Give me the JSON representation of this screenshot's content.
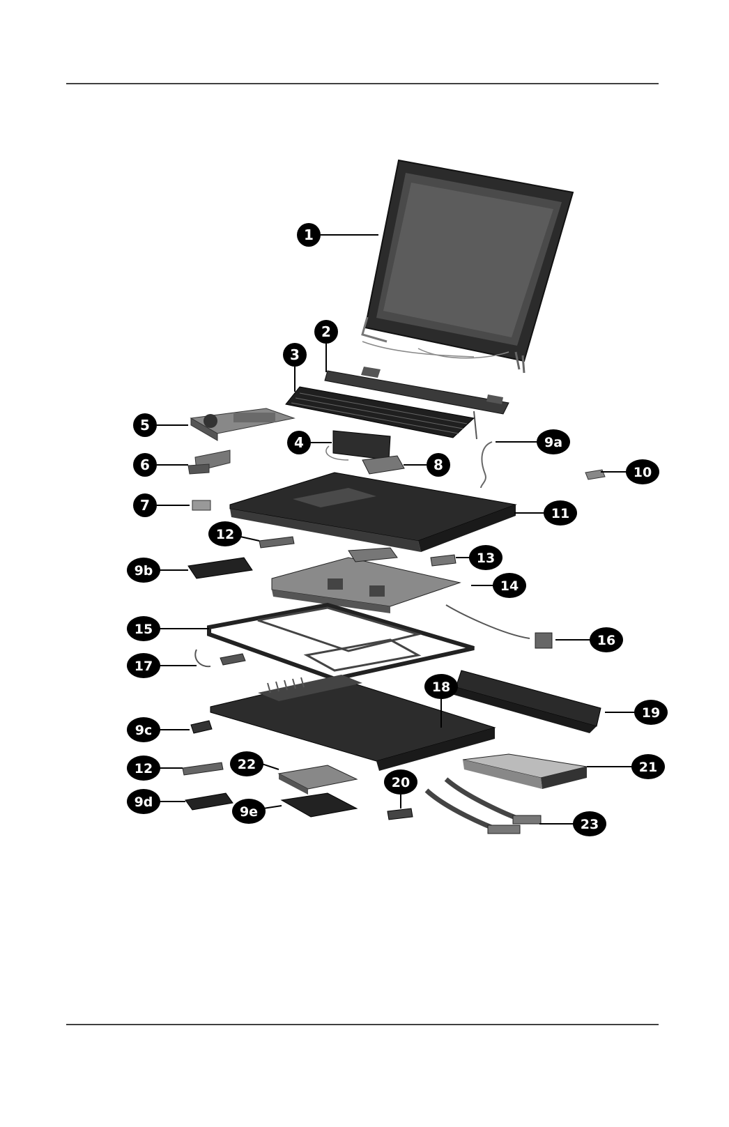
{
  "figure": {
    "callouts": [
      {
        "id": "c1",
        "label": "1"
      },
      {
        "id": "c2",
        "label": "2"
      },
      {
        "id": "c3",
        "label": "3"
      },
      {
        "id": "c4",
        "label": "4"
      },
      {
        "id": "c5",
        "label": "5"
      },
      {
        "id": "c6",
        "label": "6"
      },
      {
        "id": "c7",
        "label": "7"
      },
      {
        "id": "c8",
        "label": "8"
      },
      {
        "id": "c9a",
        "label": "9a"
      },
      {
        "id": "c10",
        "label": "10"
      },
      {
        "id": "c11",
        "label": "11"
      },
      {
        "id": "c12a",
        "label": "12"
      },
      {
        "id": "c9b",
        "label": "9b"
      },
      {
        "id": "c13",
        "label": "13"
      },
      {
        "id": "c14",
        "label": "14"
      },
      {
        "id": "c15",
        "label": "15"
      },
      {
        "id": "c16",
        "label": "16"
      },
      {
        "id": "c17",
        "label": "17"
      },
      {
        "id": "c18",
        "label": "18"
      },
      {
        "id": "c19",
        "label": "19"
      },
      {
        "id": "c9c",
        "label": "9c"
      },
      {
        "id": "c12b",
        "label": "12"
      },
      {
        "id": "c22",
        "label": "22"
      },
      {
        "id": "c20",
        "label": "20"
      },
      {
        "id": "c21",
        "label": "21"
      },
      {
        "id": "c9d",
        "label": "9d"
      },
      {
        "id": "c9e",
        "label": "9e"
      },
      {
        "id": "c23",
        "label": "23"
      }
    ]
  }
}
